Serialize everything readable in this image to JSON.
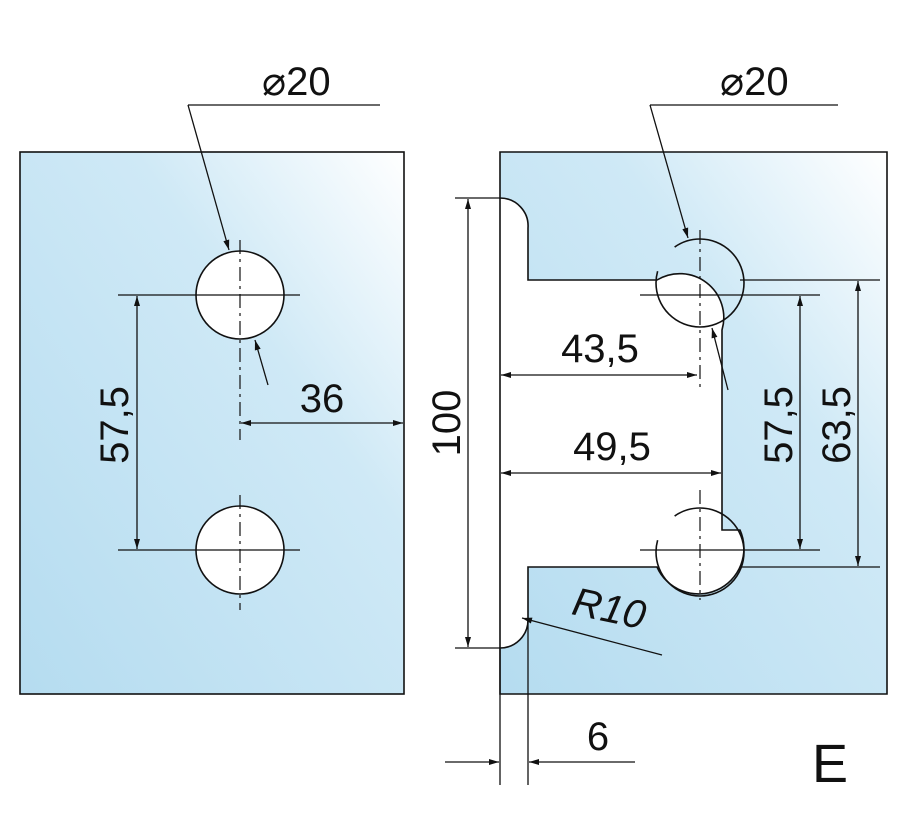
{
  "left_plate": {
    "diameter_label": "⌀20",
    "hole_spacing": "57,5",
    "edge_distance": "36"
  },
  "right_plate": {
    "diameter_label": "⌀20",
    "height": "100",
    "dim_a": "43,5",
    "dim_b": "49,5",
    "hole_spacing": "57,5",
    "cutout_height": "63,5",
    "radius": "R10",
    "offset": "6"
  },
  "variant_label": "E",
  "colors": {
    "glass": "#b9def1",
    "glass_light": "#ffffff",
    "line": "#111111"
  }
}
